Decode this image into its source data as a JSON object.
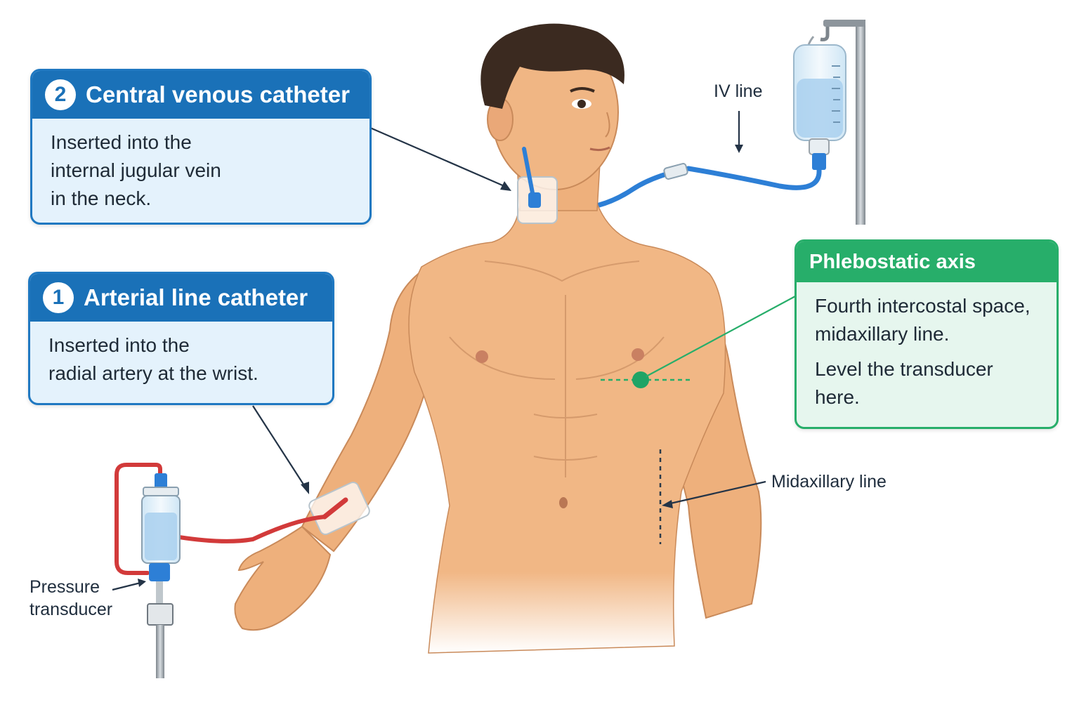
{
  "callouts": {
    "cvc": {
      "number": "2",
      "title": "Central venous catheter",
      "lines": [
        "Inserted into the",
        "internal jugular vein",
        "in the neck."
      ]
    },
    "arterial": {
      "number": "1",
      "title": "Arterial line catheter",
      "lines": [
        "Inserted into the",
        "radial artery at the wrist."
      ]
    },
    "phlebostatic": {
      "title": "Phlebostatic axis",
      "line1": "Fourth intercostal space,",
      "line2": "midaxillary line.",
      "line3": "Level the transducer",
      "line4": "here."
    }
  },
  "labels": {
    "iv_line": "IV line",
    "midaxillary": "Midaxillary line",
    "pressure_1": "Pressure",
    "pressure_2": "transducer"
  },
  "colors": {
    "callout_blue": "#1a71b8",
    "callout_green": "#27ae6a",
    "skin": "#f0b684",
    "arterial_tubing": "#d23a3a",
    "venous_tubing": "#2d7fd6"
  }
}
